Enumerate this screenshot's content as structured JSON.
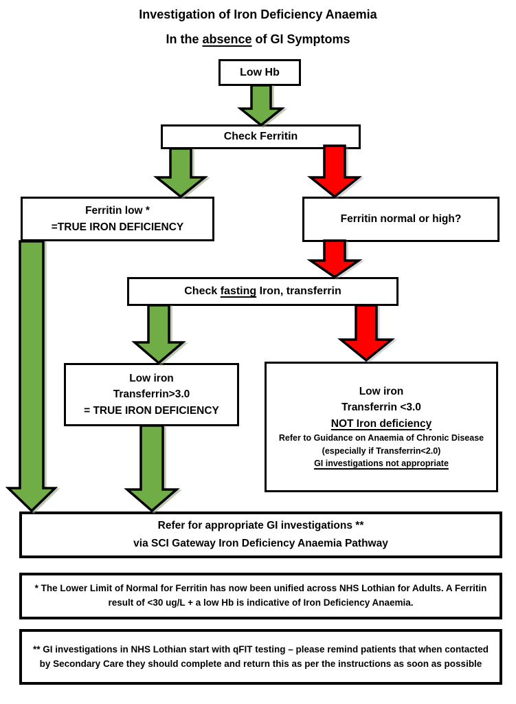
{
  "title": {
    "line1": "Investigation of Iron Deficiency Anaemia",
    "line2_prefix": "In the ",
    "line2_underlined": "absence",
    "line2_suffix": " of GI Symptoms"
  },
  "colors": {
    "arrow_green": "#70AD47",
    "arrow_red": "#FE0000",
    "box_border": "#000000",
    "background": "#FFFFFF"
  },
  "nodes": {
    "low_hb": {
      "label": "Low Hb"
    },
    "check_ferritin": {
      "label": "Check Ferritin"
    },
    "ferritin_low": {
      "line1": "Ferritin low *",
      "line2": "=TRUE IRON DEFICIENCY"
    },
    "ferritin_normal": {
      "label": "Ferritin normal or high?"
    },
    "check_fasting": {
      "prefix": "Check ",
      "underlined": "fasting",
      "suffix": " Iron, transferrin"
    },
    "true_iron_deficiency": {
      "line1": "Low iron",
      "line2": "Transferrin>3.0",
      "line3": "= TRUE IRON DEFICIENCY"
    },
    "not_iron_deficiency": {
      "line1": "Low iron",
      "line2": "Transferrin <3.0",
      "line3": "NOT Iron deficiency",
      "line4": "Refer to Guidance on Anaemia of Chronic Disease",
      "line5": "(especially if Transferrin<2.0)",
      "line6": "GI investigations not appropriate"
    },
    "refer": {
      "line1": "Refer for appropriate GI investigations **",
      "line2": "via SCI Gateway Iron Deficiency Anaemia Pathway"
    }
  },
  "footnotes": {
    "note1": "* The Lower Limit of Normal for Ferritin has now been unified across NHS Lothian for Adults. A Ferritin result of <30 ug/L + a low Hb is indicative of Iron Deficiency Anaemia.",
    "note2": "** GI investigations in NHS Lothian start with qFIT testing – please remind patients that when contacted by Secondary Care they should complete and return this as per the instructions as soon as possible"
  }
}
